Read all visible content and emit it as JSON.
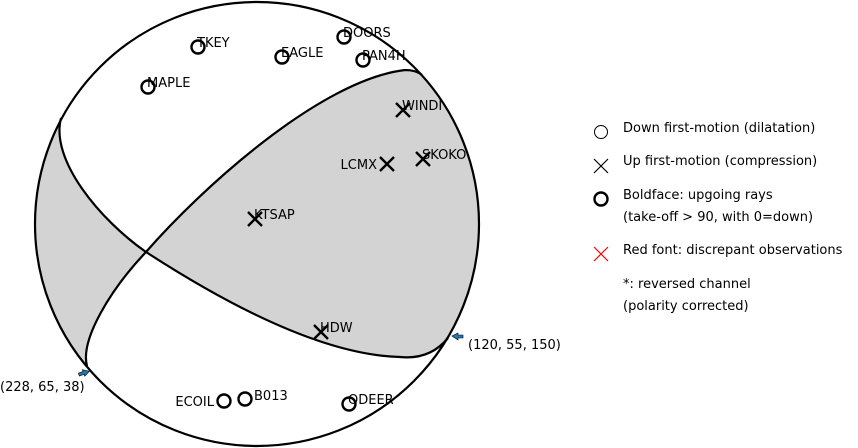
{
  "chart_data": {
    "type": "focal-mechanism",
    "nodal_planes": [
      {
        "label": "(120, 55, 150)",
        "strike": 120,
        "dip": 55,
        "rake": 150
      },
      {
        "label": "(228, 65, 38)",
        "strike": 228,
        "dip": 65,
        "rake": 38
      }
    ],
    "compression_fill": "#d3d3d3",
    "stations": [
      {
        "name": "TKEY",
        "polarity": "down",
        "marker": "circle-bold",
        "pos": [
          198,
          47
        ]
      },
      {
        "name": "EAGLE",
        "polarity": "down",
        "marker": "circle-bold",
        "pos": [
          282,
          57
        ]
      },
      {
        "name": "DOORS",
        "polarity": "down",
        "marker": "circle-bold",
        "pos": [
          344,
          37
        ]
      },
      {
        "name": "PAN4H",
        "polarity": "down",
        "marker": "circle-bold",
        "pos": [
          363,
          60
        ]
      },
      {
        "name": "MAPLE",
        "polarity": "down",
        "marker": "circle-bold",
        "pos": [
          148,
          87
        ]
      },
      {
        "name": "WINDI",
        "polarity": "up",
        "marker": "x",
        "pos": [
          403,
          110
        ]
      },
      {
        "name": "LCMX",
        "polarity": "up",
        "marker": "x",
        "pos": [
          387,
          164
        ]
      },
      {
        "name": "SKOKO",
        "polarity": "up",
        "marker": "x",
        "pos": [
          423,
          159
        ]
      },
      {
        "name": "KTSAP",
        "polarity": "up",
        "marker": "x",
        "pos": [
          255,
          219
        ]
      },
      {
        "name": "HDW",
        "polarity": "up",
        "marker": "x",
        "pos": [
          321,
          332
        ]
      },
      {
        "name": "ECOIL",
        "polarity": "down",
        "marker": "circle-bold",
        "pos": [
          224,
          401
        ]
      },
      {
        "name": "B013",
        "polarity": "down",
        "marker": "circle-bold",
        "pos": [
          245,
          399
        ]
      },
      {
        "name": "ODEER",
        "polarity": "down",
        "marker": "circle-bold",
        "pos": [
          349,
          404
        ]
      }
    ],
    "legend": [
      {
        "symbol": "circle-thin",
        "label": "Down first-motion (dilatation)"
      },
      {
        "symbol": "x",
        "label": "Up first-motion (compression)"
      },
      {
        "symbol": "circle-bold",
        "label": "Boldface: upgoing rays",
        "label2": "(take-off > 90, with 0=down)"
      },
      {
        "symbol": "x-red",
        "label": "Red font: discrepant observations",
        "color": "#ff0000"
      },
      {
        "symbol": "none",
        "label": "*: reversed channel",
        "label2": "(polarity corrected)"
      }
    ],
    "legend_placement": "right"
  }
}
